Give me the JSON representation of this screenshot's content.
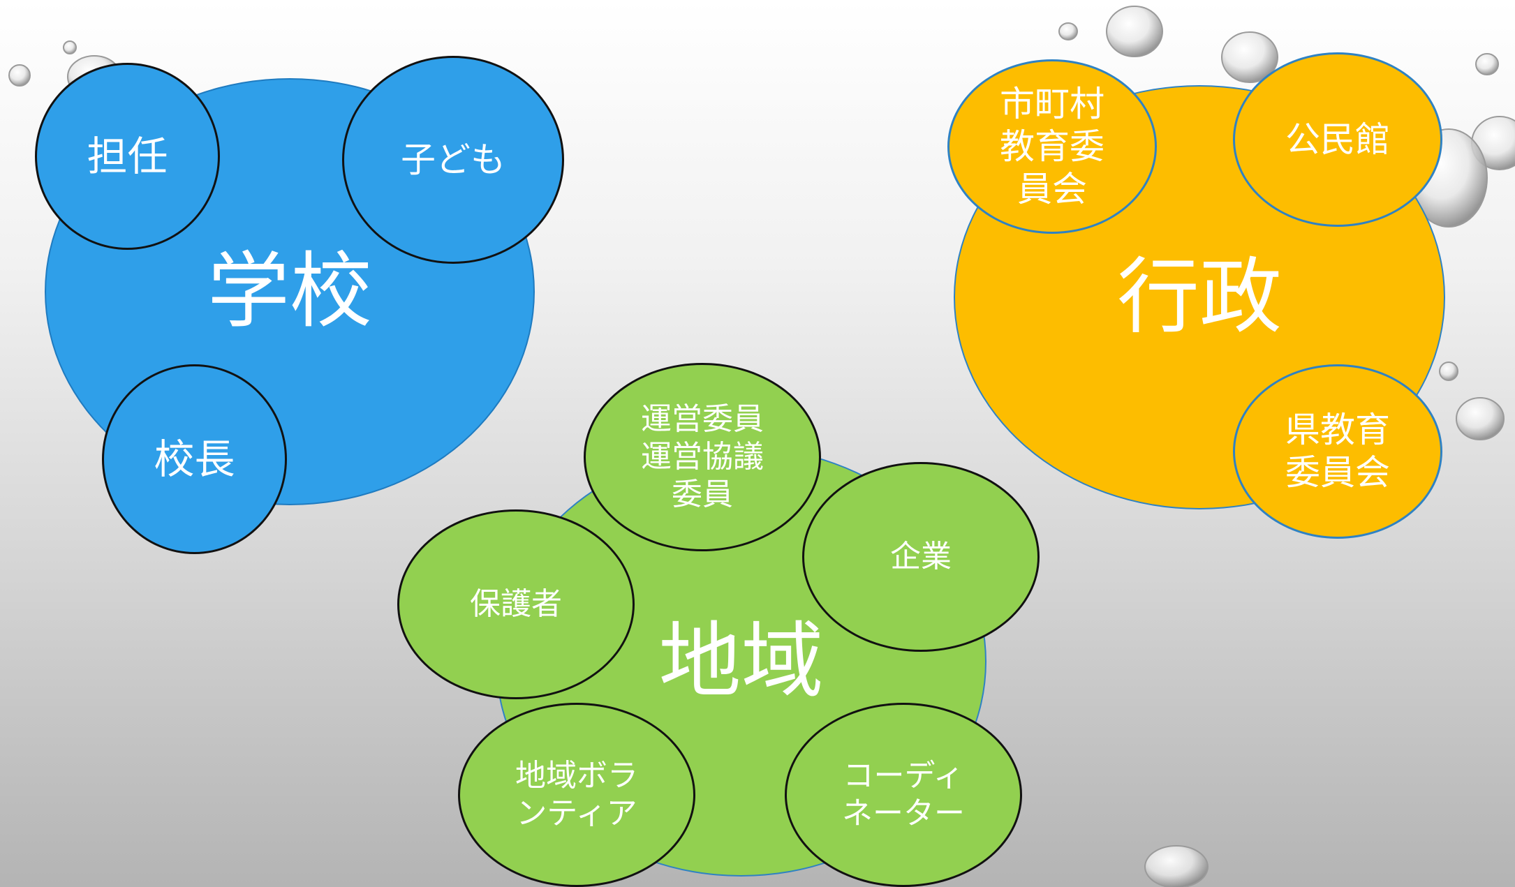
{
  "groups": {
    "school": {
      "title": "学校",
      "members": {
        "homeroom": "担任",
        "children": "子ども",
        "principal": "校長"
      }
    },
    "administration": {
      "title": "行政",
      "members": {
        "municipal_board": "市町村\n教育委\n員会",
        "community_hall": "公民館",
        "prefectural_board": "県教育\n委員会"
      }
    },
    "community": {
      "title": "地域",
      "members": {
        "committee": "運営委員\n運営協議\n委員",
        "guardians": "保護者",
        "business": "企業",
        "volunteers": "地域ボラ\nンティア",
        "coordinator": "コーディ\nネーター"
      }
    }
  },
  "colors": {
    "school": "#2f9fe9",
    "administration": "#fdbd00",
    "community": "#92d050"
  }
}
